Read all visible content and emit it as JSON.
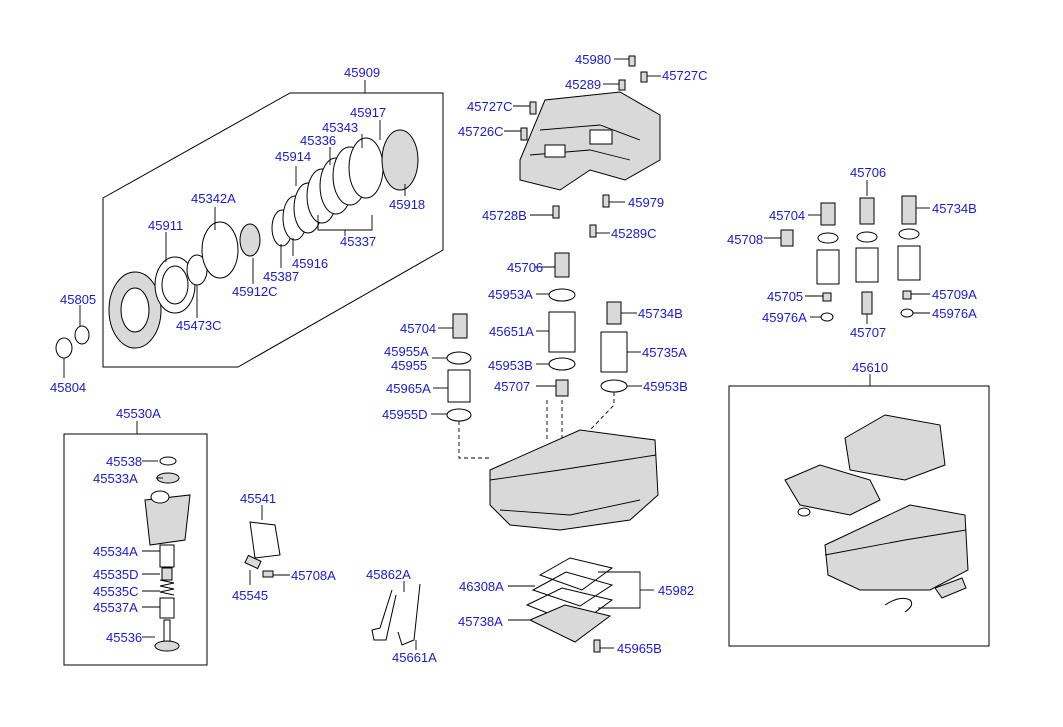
{
  "labels": {
    "l45909": "45909",
    "l45917": "45917",
    "l45343": "45343",
    "l45336": "45336",
    "l45914": "45914",
    "l45342A": "45342A",
    "l45911": "45911",
    "l45918": "45918",
    "l45337": "45337",
    "l45387": "45387",
    "l45916": "45916",
    "l45912C": "45912C",
    "l45473C": "45473C",
    "l45805": "45805",
    "l45804": "45804",
    "l45530A": "45530A",
    "l45538": "45538",
    "l45533A": "45533A",
    "l45534A": "45534A",
    "l45535D": "45535D",
    "l45535C": "45535C",
    "l45537A": "45537A",
    "l45536": "45536",
    "l45541": "45541",
    "l45545": "45545",
    "l45708A": "45708A",
    "l45862A": "45862A",
    "l45661A": "45661A",
    "l45980": "45980",
    "l45289": "45289",
    "l45727C_r": "45727C",
    "l45727C_l": "45727C",
    "l45726C": "45726C",
    "l45728B": "45728B",
    "l45979": "45979",
    "l45289C": "45289C",
    "l45706_c": "45706",
    "l45953A": "45953A",
    "l45734B_c": "45734B",
    "l45704_c": "45704",
    "l45651A": "45651A",
    "l45955A": "45955A",
    "l45955": "45955",
    "l45735A": "45735A",
    "l45953B_l": "45953B",
    "l45965A": "45965A",
    "l45707_c": "45707",
    "l45953B_r": "45953B",
    "l45955D": "45955D",
    "l46308A": "46308A",
    "l45982": "45982",
    "l45738A": "45738A",
    "l45965B": "45965B",
    "l45706_r": "45706",
    "l45704_r": "45704",
    "l45734B_r": "45734B",
    "l45708": "45708",
    "l45705": "45705",
    "l45709A": "45709A",
    "l45976A_l": "45976A",
    "l45976A_r": "45976A",
    "l45707_r": "45707",
    "l45610": "45610"
  },
  "colors": {
    "label": "#1a1ad6",
    "line": "#000000",
    "background": "#ffffff"
  }
}
